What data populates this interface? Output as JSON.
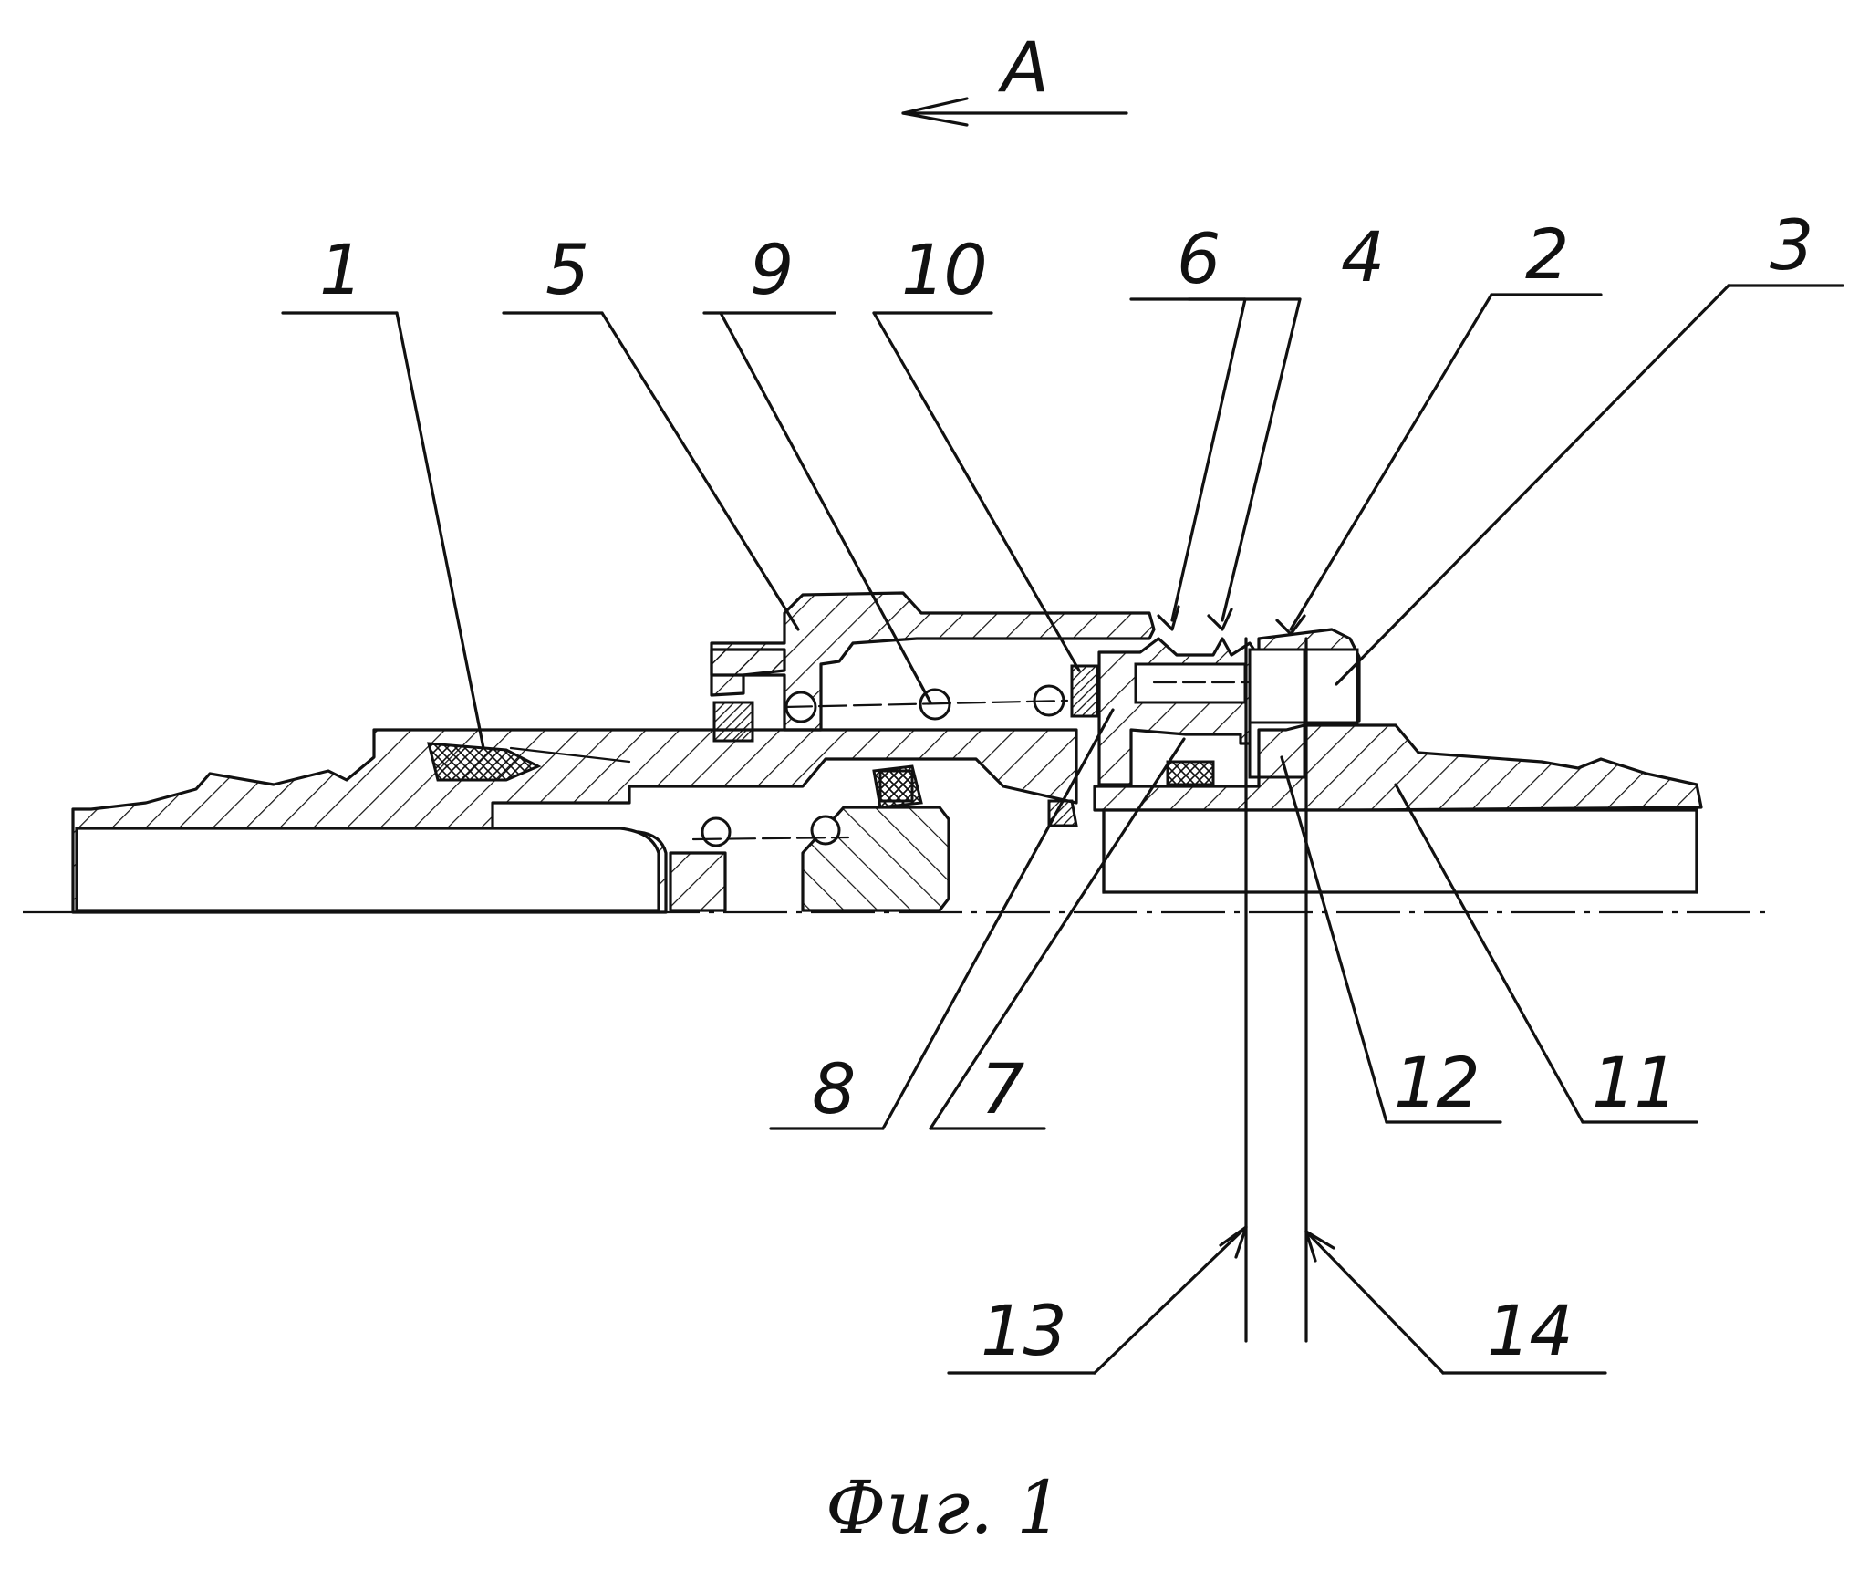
{
  "view_marker": {
    "label": "A"
  },
  "part_labels": [
    {
      "id": "1",
      "text": "1"
    },
    {
      "id": "5",
      "text": "5"
    },
    {
      "id": "9",
      "text": "9"
    },
    {
      "id": "10",
      "text": "10"
    },
    {
      "id": "6",
      "text": "6"
    },
    {
      "id": "4",
      "text": "4"
    },
    {
      "id": "2",
      "text": "2"
    },
    {
      "id": "3",
      "text": "3"
    },
    {
      "id": "8",
      "text": "8"
    },
    {
      "id": "7",
      "text": "7"
    },
    {
      "id": "12",
      "text": "12"
    },
    {
      "id": "11",
      "text": "11"
    },
    {
      "id": "13",
      "text": "13"
    },
    {
      "id": "14",
      "text": "14"
    }
  ],
  "caption": "Фиг. 1"
}
